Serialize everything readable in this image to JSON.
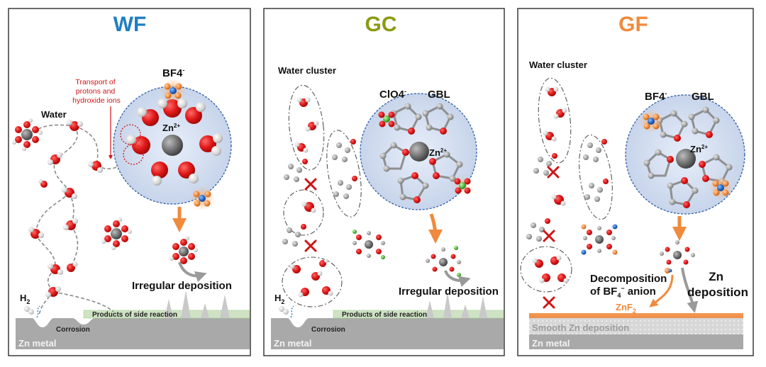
{
  "panels": [
    {
      "title": "WF",
      "title_color": "#1f7fc2",
      "anion": "BF4",
      "anion_sup": "-",
      "cation": "Zn",
      "cation_sup": "2+",
      "water": "Water",
      "transport": [
        "Transport of",
        "protons and",
        "hydroxide ions"
      ],
      "deposition": "Irregular deposition",
      "h2": "H",
      "h2_sub": "2",
      "side": "Products of side reaction",
      "corrosion": "Corrosion",
      "metal": "Zn metal"
    },
    {
      "title": "GC",
      "title_color": "#8c9a12",
      "cluster": "Water cluster",
      "anion": "ClO4",
      "anion_sup": "-",
      "solvent": "GBL",
      "cation": "Zn",
      "cation_sup": "2+",
      "deposition": "Irregular deposition",
      "h2": "H",
      "h2_sub": "2",
      "side": "Products of side reaction",
      "corrosion": "Corrosion",
      "metal": "Zn metal"
    },
    {
      "title": "GF",
      "title_color": "#f08a3c",
      "cluster": "Water cluster",
      "anion": "BF4",
      "anion_sup": "-",
      "solvent": "GBL",
      "cation": "Zn",
      "cation_sup": "2+",
      "decomp1": "Decomposition",
      "decomp2a": "of BF",
      "decomp2_sub": "4",
      "decomp2_sup": "−",
      "decomp2b": " anion",
      "znf": "ZnF",
      "znf_sub": "2",
      "zn_dep1": "Zn",
      "zn_dep2": "deposition",
      "smooth": "Smooth Zn deposition",
      "metal": "Zn metal"
    }
  ],
  "colors": {
    "oxygen": "#e01818",
    "hydrogen": "#d8d8d8",
    "zinc": "#6e6e6e",
    "boron": "#2266c8",
    "fluorine": "#f08a3c",
    "chlorine": "#4fb83a",
    "carbon": "#a8a8a8",
    "arrow": "#f08a3c",
    "sphere": "#dbe4f2",
    "metal": "#a9a9a9"
  }
}
